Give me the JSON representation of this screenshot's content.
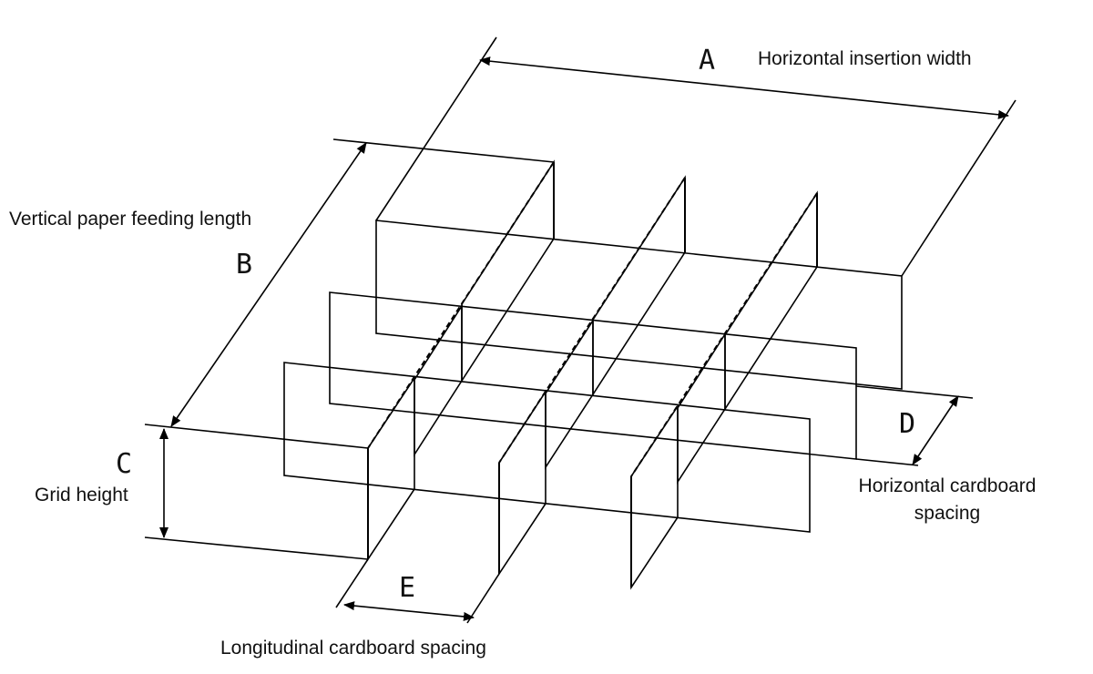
{
  "dimensions": {
    "A": {
      "letter": "A",
      "label": "Horizontal insertion width"
    },
    "B": {
      "letter": "B",
      "label": "Vertical paper feeding length"
    },
    "C": {
      "letter": "C",
      "label": "Grid height"
    },
    "D": {
      "letter": "D",
      "label_line1": "Horizontal cardboard",
      "label_line2": "spacing"
    },
    "E": {
      "letter": "E",
      "label": "Longitudinal cardboard spacing"
    }
  },
  "colors": {
    "horizontal_panel_stripe": "#33ee33",
    "longitudinal_panel_stripe": "#f2ee00",
    "outline": "#000000"
  }
}
